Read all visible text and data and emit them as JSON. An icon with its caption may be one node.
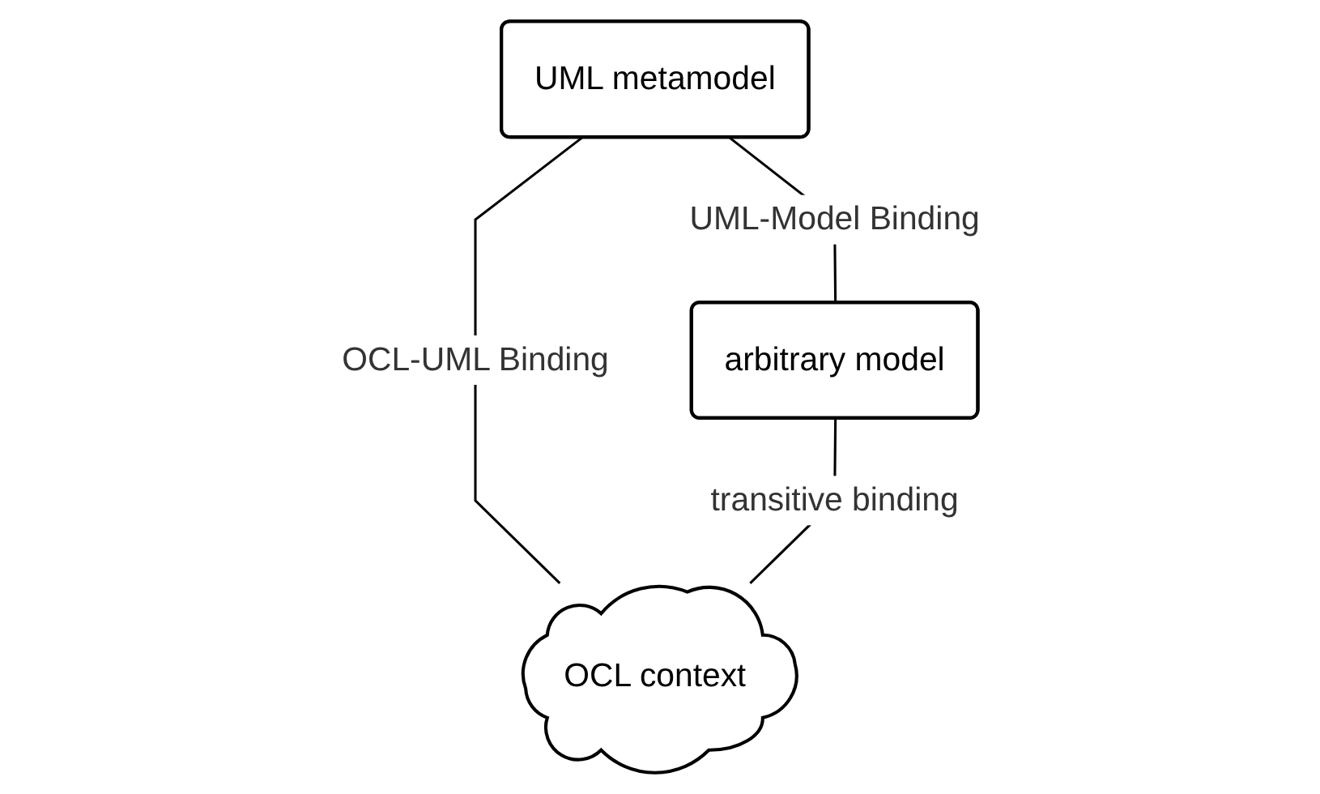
{
  "diagram": {
    "nodes": [
      {
        "text": [
          "UML metamodel"
        ]
      },
      {
        "text": [
          "arbitrary model"
        ]
      },
      {
        "text": [
          "OCL context"
        ]
      }
    ],
    "edges": [
      {
        "from": 0,
        "to": 1,
        "arrow": "none",
        "label": "UML-Model Binding"
      },
      {
        "from": 0,
        "to": 2,
        "arrow": "none",
        "label": "OCL-UML Binding"
      },
      {
        "from": 1,
        "to": 2,
        "arrow": "none",
        "label": "transitive binding"
      }
    ]
  }
}
